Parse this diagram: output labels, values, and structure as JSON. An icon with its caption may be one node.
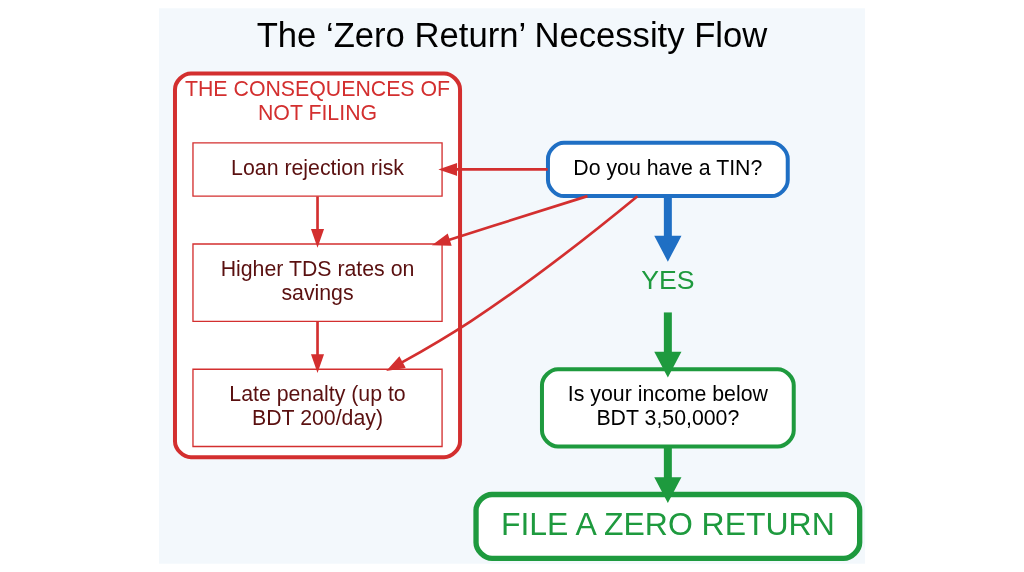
{
  "diagram": {
    "title": "The ‘Zero Return’ Necessity Flow",
    "nodes": [
      {
        "text": [
          "THE CONSEQUENCES OF NOT FILING"
        ]
      },
      {
        "text": [
          "Loan rejection risk"
        ],
        "in": 0
      },
      {
        "text": [
          "Higher TDS rates on savings"
        ],
        "in": 0
      },
      {
        "text": [
          "Late penalty (up to BDT 200/day)"
        ],
        "in": 0
      },
      {
        "text": [
          "Do you have a TIN?"
        ]
      },
      {
        "text": [
          "YES"
        ]
      },
      {
        "text": [
          "Is your income below BDT 3,50,000?"
        ]
      },
      {
        "text": [
          "FILE A ZERO RETURN"
        ]
      }
    ],
    "edges": [
      {
        "from": 4,
        "to": 5,
        "arrow": "to",
        "style": "thick",
        "color": "#1f6fc4"
      },
      {
        "from": 5,
        "to": 6,
        "arrow": "to",
        "style": "thick",
        "color": "#1e9a3e"
      },
      {
        "from": 6,
        "to": 7,
        "arrow": "to",
        "style": "thick",
        "color": "#1e9a3e"
      },
      {
        "from": 4,
        "to": 1,
        "arrow": "to"
      },
      {
        "from": 4,
        "to": 2,
        "arrow": "to"
      },
      {
        "from": 4,
        "to": 3,
        "arrow": "to"
      },
      {
        "from": 1,
        "to": 2,
        "arrow": "to"
      },
      {
        "from": 2,
        "to": 3,
        "arrow": "to"
      }
    ]
  }
}
